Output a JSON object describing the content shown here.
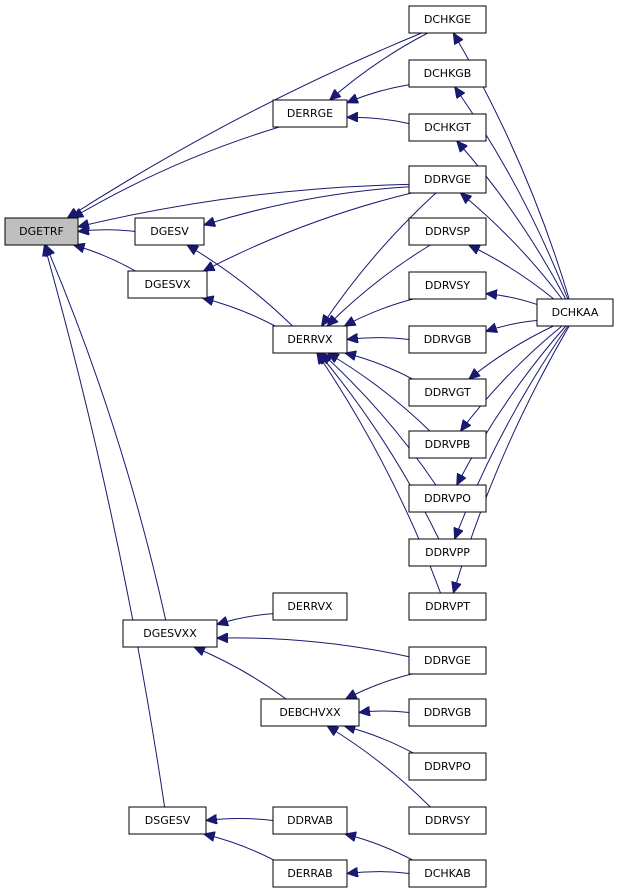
{
  "diagram": {
    "nodes": {
      "DGETRF": "DGETRF",
      "DGESV": "DGESV",
      "DGESVX": "DGESVX",
      "DERRGE": "DERRGE",
      "DCHKGE": "DCHKGE",
      "DCHKGB": "DCHKGB",
      "DCHKGT": "DCHKGT",
      "DDRVGE_1": "DDRVGE",
      "DDRVSP": "DDRVSP",
      "DDRVSY_1": "DDRVSY",
      "DDRVGB_1": "DDRVGB",
      "DDRVGT": "DDRVGT",
      "DDRVPB": "DDRVPB",
      "DDRVPO_1": "DDRVPO",
      "DDRVPP": "DDRVPP",
      "DDRVPT": "DDRVPT",
      "DERRVX_1": "DERRVX",
      "DCHKAA": "DCHKAA",
      "DGESVXX": "DGESVXX",
      "DERRVX_2": "DERRVX",
      "DDRVGE_2": "DDRVGE",
      "DEBCHVXX": "DEBCHVXX",
      "DDRVGB_2": "DDRVGB",
      "DDRVPO_2": "DDRVPO",
      "DDRVSY_2": "DDRVSY",
      "DSGESV": "DSGESV",
      "DDRVAB": "DDRVAB",
      "DERRAB": "DERRAB",
      "DCHKAB": "DCHKAB"
    },
    "highlighted": "DGETRF",
    "edges": [
      [
        "DGESV",
        "DGETRF"
      ],
      [
        "DGESVX",
        "DGETRF"
      ],
      [
        "DERRGE",
        "DGETRF"
      ],
      [
        "DCHKGE",
        "DGETRF"
      ],
      [
        "DDRVGE_1",
        "DGETRF"
      ],
      [
        "DGESVXX",
        "DGETRF"
      ],
      [
        "DSGESV",
        "DGETRF"
      ],
      [
        "DCHKGE",
        "DERRGE"
      ],
      [
        "DCHKGB",
        "DERRGE"
      ],
      [
        "DCHKGT",
        "DERRGE"
      ],
      [
        "DDRVGE_1",
        "DGESV"
      ],
      [
        "DERRVX_1",
        "DGESV"
      ],
      [
        "DDRVGE_1",
        "DGESVX"
      ],
      [
        "DERRVX_1",
        "DGESVX"
      ],
      [
        "DDRVGE_1",
        "DERRVX_1"
      ],
      [
        "DDRVSP",
        "DERRVX_1"
      ],
      [
        "DDRVSY_1",
        "DERRVX_1"
      ],
      [
        "DDRVGB_1",
        "DERRVX_1"
      ],
      [
        "DDRVGT",
        "DERRVX_1"
      ],
      [
        "DDRVPB",
        "DERRVX_1"
      ],
      [
        "DDRVPO_1",
        "DERRVX_1"
      ],
      [
        "DDRVPP",
        "DERRVX_1"
      ],
      [
        "DDRVPT",
        "DERRVX_1"
      ],
      [
        "DCHKAA",
        "DCHKGE"
      ],
      [
        "DCHKAA",
        "DCHKGB"
      ],
      [
        "DCHKAA",
        "DCHKGT"
      ],
      [
        "DCHKAA",
        "DDRVGE_1"
      ],
      [
        "DCHKAA",
        "DDRVSP"
      ],
      [
        "DCHKAA",
        "DDRVSY_1"
      ],
      [
        "DCHKAA",
        "DDRVGB_1"
      ],
      [
        "DCHKAA",
        "DDRVGT"
      ],
      [
        "DCHKAA",
        "DDRVPB"
      ],
      [
        "DCHKAA",
        "DDRVPO_1"
      ],
      [
        "DCHKAA",
        "DDRVPP"
      ],
      [
        "DCHKAA",
        "DDRVPT"
      ],
      [
        "DERRVX_2",
        "DGESVXX"
      ],
      [
        "DDRVGE_2",
        "DGESVXX"
      ],
      [
        "DEBCHVXX",
        "DGESVXX"
      ],
      [
        "DDRVGE_2",
        "DEBCHVXX"
      ],
      [
        "DDRVGB_2",
        "DEBCHVXX"
      ],
      [
        "DDRVPO_2",
        "DEBCHVXX"
      ],
      [
        "DDRVSY_2",
        "DEBCHVXX"
      ],
      [
        "DDRVAB",
        "DSGESV"
      ],
      [
        "DERRAB",
        "DSGESV"
      ],
      [
        "DCHKAB",
        "DDRVAB"
      ],
      [
        "DCHKAB",
        "DERRAB"
      ]
    ]
  }
}
